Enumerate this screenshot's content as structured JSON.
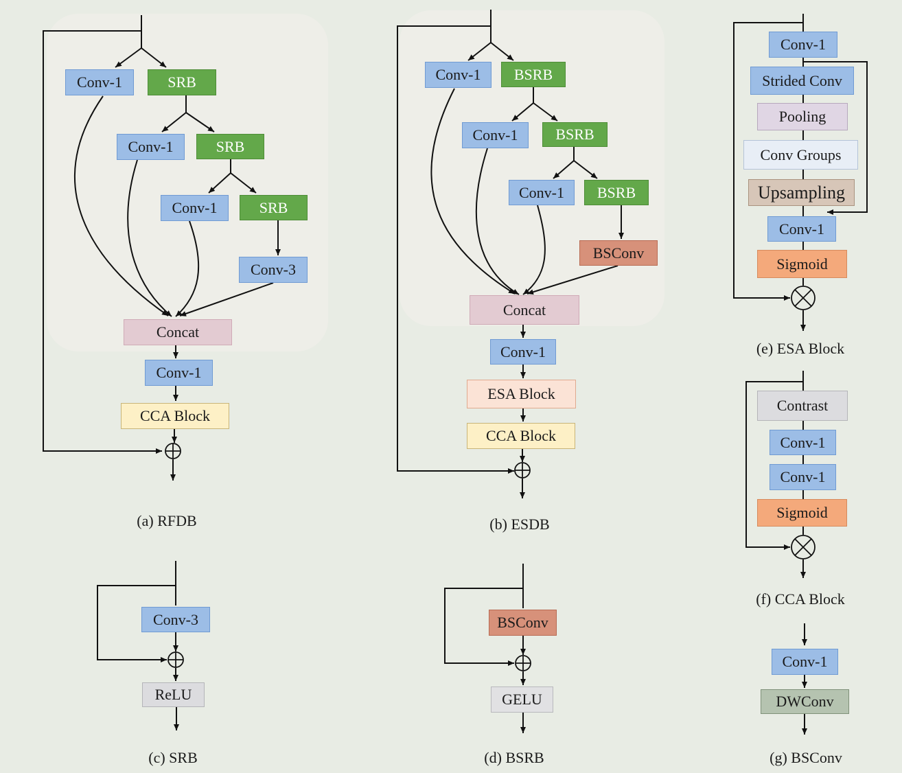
{
  "rfdb": {
    "conv1_a": "Conv-1",
    "srb_a": "SRB",
    "conv1_b": "Conv-1",
    "srb_b": "SRB",
    "conv1_c": "Conv-1",
    "srb_c": "SRB",
    "conv3": "Conv-3",
    "concat": "Concat",
    "conv1_out": "Conv-1",
    "cca": "CCA Block",
    "caption": "(a) RFDB"
  },
  "esdb": {
    "conv1_a": "Conv-1",
    "bsrb_a": "BSRB",
    "conv1_b": "Conv-1",
    "bsrb_b": "BSRB",
    "conv1_c": "Conv-1",
    "bsrb_c": "BSRB",
    "bsconv": "BSConv",
    "concat": "Concat",
    "conv1_out": "Conv-1",
    "esa": "ESA Block",
    "cca": "CCA Block",
    "caption": "(b) ESDB"
  },
  "srb": {
    "conv3": "Conv-3",
    "relu": "ReLU",
    "caption": "(c) SRB"
  },
  "bsrb": {
    "bsconv": "BSConv",
    "gelu": "GELU",
    "caption": "(d) BSRB"
  },
  "esa": {
    "conv1_top": "Conv-1",
    "strided": "Strided Conv",
    "pooling": "Pooling",
    "groups": "Conv Groups",
    "upsampling": "Upsampling",
    "conv1_bottom": "Conv-1",
    "sigmoid": "Sigmoid",
    "caption": "(e) ESA Block"
  },
  "cca": {
    "contrast": "Contrast",
    "conv1_a": "Conv-1",
    "conv1_b": "Conv-1",
    "sigmoid": "Sigmoid",
    "caption": "(f) CCA Block"
  },
  "bsconv": {
    "conv1": "Conv-1",
    "dwconv": "DWConv",
    "caption": "(g) BSConv"
  },
  "colors": {
    "conv": "#9cbde6",
    "srb": "#63a84a",
    "concat": "#e3cbd2",
    "cca": "#fdf0c6",
    "sigmoid": "#f4a97b",
    "esa_block": "#fbe3d6",
    "bsconv": "#d7917a",
    "activation": "#e1e1e3",
    "dwconv": "#b5c3b0",
    "upsampling": "#d7c6b8",
    "pooling": "#e0d6e4",
    "conv_groups": "#e8eef6",
    "panel": "#eeeee8",
    "background": "#e8ece4"
  }
}
